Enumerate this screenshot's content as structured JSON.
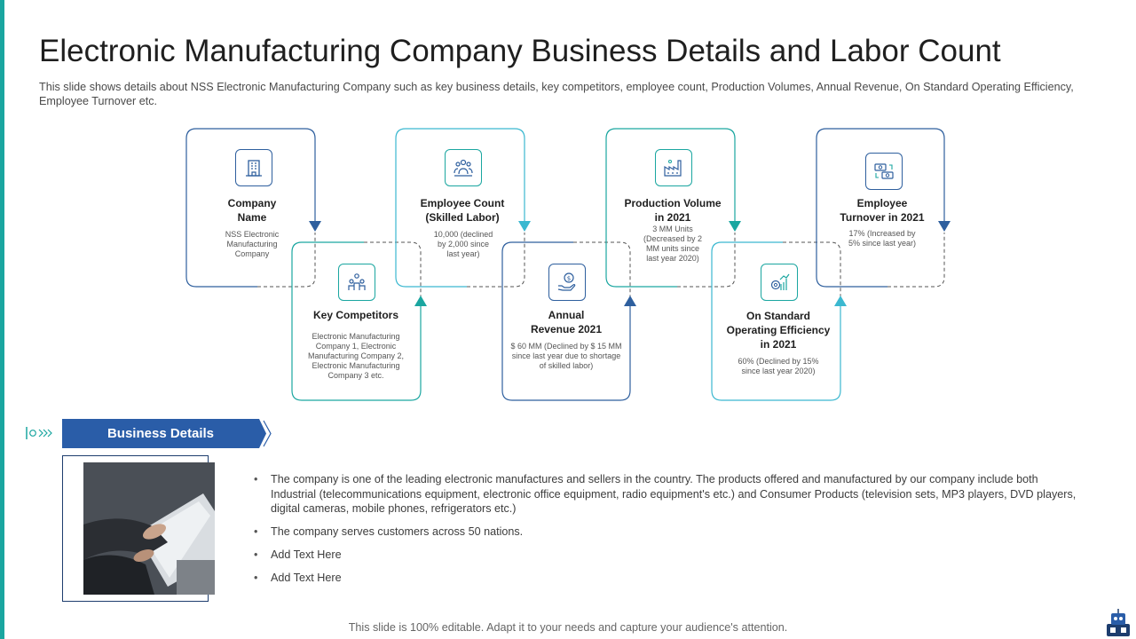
{
  "title": "Electronic Manufacturing Company Business Details and Labor Count",
  "subtitle": "This slide shows details about NSS Electronic Manufacturing Company  such as key business details, key competitors, employee count, Production Volumes, Annual Revenue,  On Standard Operating Efficiency, Employee Turnover  etc.",
  "colors": {
    "navy": "#2e5f9e",
    "teal": "#1aa6a0",
    "banner": "#2a5da8",
    "accent_bar": "#1aa6a0"
  },
  "cards": [
    {
      "icon": "building-icon",
      "heading": "Company\nName",
      "desc": "NSS Electronic\nManufacturing\nCompany"
    },
    {
      "icon": "competitors-icon",
      "heading": "Key Competitors",
      "desc": "Electronic Manufacturing\nCompany 1, Electronic\nManufacturing Company 2,\nElectronic Manufacturing\nCompany 3 etc."
    },
    {
      "icon": "employees-icon",
      "heading": "Employee Count\n(Skilled Labor)",
      "desc": "10,000 (declined\nby 2,000 since\nlast year)"
    },
    {
      "icon": "revenue-icon",
      "heading": "Annual\nRevenue 2021",
      "desc": "$ 60 MM  (Declined by $ 15 MM\nsince last year due to shortage\nof skilled labor)"
    },
    {
      "icon": "factory-icon",
      "heading": "Production Volume\nin 2021",
      "desc": "3 MM Units\n(Decreased by 2\nMM units since\nlast year 2020)"
    },
    {
      "icon": "efficiency-icon",
      "heading": "On Standard\nOperating Efficiency\nin 2021",
      "desc": "60% (Declined by 15%\nsince last year 2020)"
    },
    {
      "icon": "money-exchange-icon",
      "heading": "Employee\nTurnover in 2021",
      "desc": "17% (Increased by\n5% since last year)"
    }
  ],
  "business": {
    "label": "Business Details",
    "bullets": [
      "The company is one of the leading electronic manufactures and sellers in the country. The products offered  and manufactured  by our company include both Industrial  (telecommunications equipment, electronic office equipment, radio equipment's etc.) and Consumer Products (television  sets, MP3 players, DVD players, digital cameras, mobile phones, refrigerators  etc.)",
      "The company serves  customers across 50 nations.",
      "Add Text Here",
      "Add Text Here"
    ]
  },
  "footer": "This slide is 100% editable. Adapt it to your needs and capture your audience's attention."
}
